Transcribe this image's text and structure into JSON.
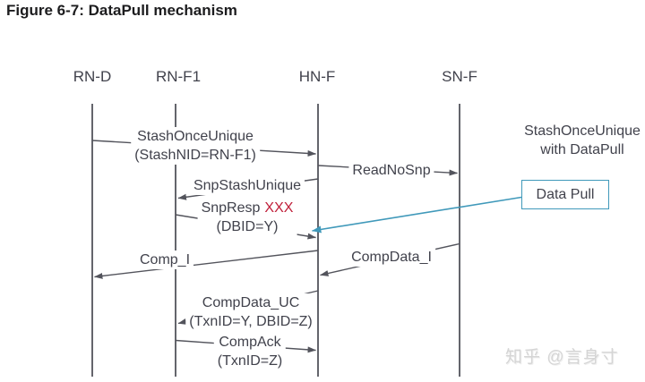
{
  "figure": {
    "title": "Figure 6-7: DataPull mechanism"
  },
  "lifelines": [
    {
      "id": "rn-d",
      "label": "RN-D"
    },
    {
      "id": "rn-f1",
      "label": "RN-F1"
    },
    {
      "id": "hn-f",
      "label": "HN-F"
    },
    {
      "id": "sn-f",
      "label": "SN-F"
    }
  ],
  "messages": [
    {
      "id": "stash-once-unique",
      "from": "RN-D",
      "to": "HN-F",
      "line1": "StashOnceUnique",
      "line2": "(StashNID=RN-F1)"
    },
    {
      "id": "read-no-snp",
      "from": "HN-F",
      "to": "SN-F",
      "line1": "ReadNoSnp"
    },
    {
      "id": "snp-stash-unique",
      "from": "HN-F",
      "to": "RN-F1",
      "line1": "SnpStashUnique"
    },
    {
      "id": "snp-resp",
      "from": "RN-F1",
      "to": "HN-F",
      "line1_text": "SnpResp",
      "line1_error": "XXX",
      "line2": "(DBID=Y)"
    },
    {
      "id": "comp-i",
      "from": "HN-F",
      "to": "RN-D",
      "line1": "Comp_I"
    },
    {
      "id": "comp-data-i",
      "from": "SN-F",
      "to": "HN-F",
      "line1": "CompData_I"
    },
    {
      "id": "comp-data-uc",
      "from": "HN-F",
      "to": "RN-F1",
      "line1": "CompData_UC",
      "line2": "(TxnID=Y, DBID=Z)"
    },
    {
      "id": "comp-ack",
      "from": "RN-F1",
      "to": "HN-F",
      "line1": "CompAck",
      "line2": "(TxnID=Z)"
    }
  ],
  "annotation": {
    "line1": "StashOnceUnique",
    "line2": "with DataPull"
  },
  "callout": {
    "label": "Data Pull"
  },
  "watermark": "知乎 @言身寸",
  "colors": {
    "title": "#1c1c1e",
    "text": "#41424c",
    "line": "#53545c",
    "error": "#c01f3a",
    "accent": "#4099ba",
    "watermark": "#d5d5d5"
  }
}
